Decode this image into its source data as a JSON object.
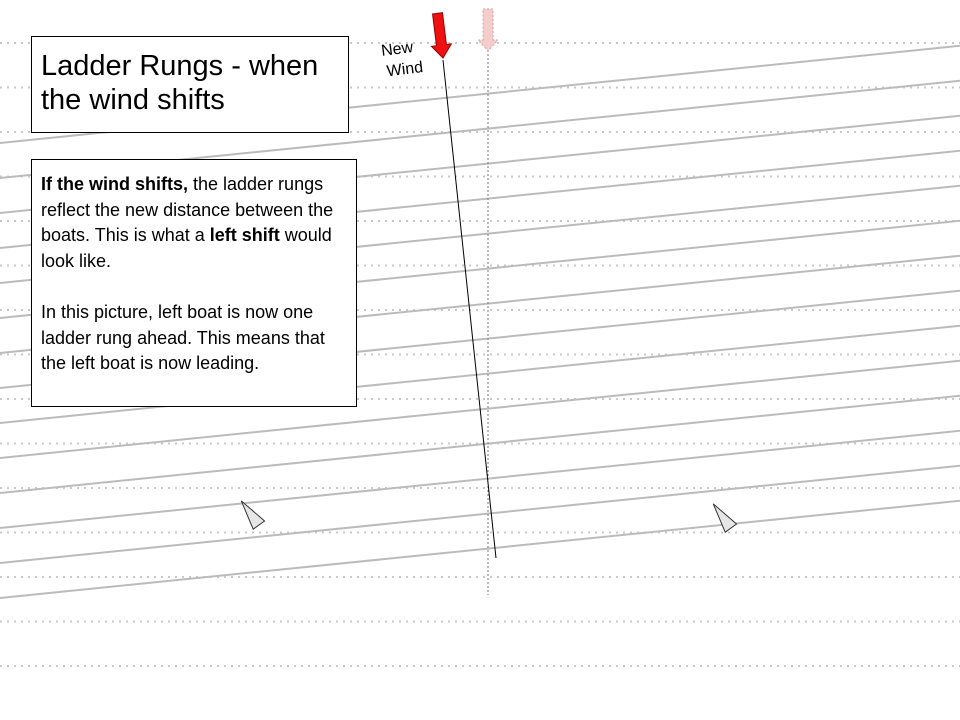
{
  "title": "Ladder Rungs - when the wind shifts",
  "explanation": {
    "p1_bold_lead": "If the wind shifts,",
    "p1_text_a": " the ladder rungs reflect the new distance between the boats. This is what a ",
    "p1_bold_mid": "left shift",
    "p1_text_b": " would look like.",
    "p2": "In this picture, left boat is now one ladder rung ahead. This means that the left boat is now leading."
  },
  "wind_label": {
    "line1": "New",
    "line2": "Wind"
  },
  "colors": {
    "new_wind_arrow": "#ee1111",
    "old_wind_arrow": "#f4cccc",
    "ladder_rungs": "#bbbbbb",
    "dotted_grid": "#c8c8c8",
    "boat_fill": "#e6e6e6"
  },
  "icons": {
    "new_wind": "new-wind-arrow-icon",
    "old_wind": "old-wind-arrow-icon",
    "boat": "sailboat-icon"
  },
  "rung_count": 14,
  "grid_line_count": 15
}
